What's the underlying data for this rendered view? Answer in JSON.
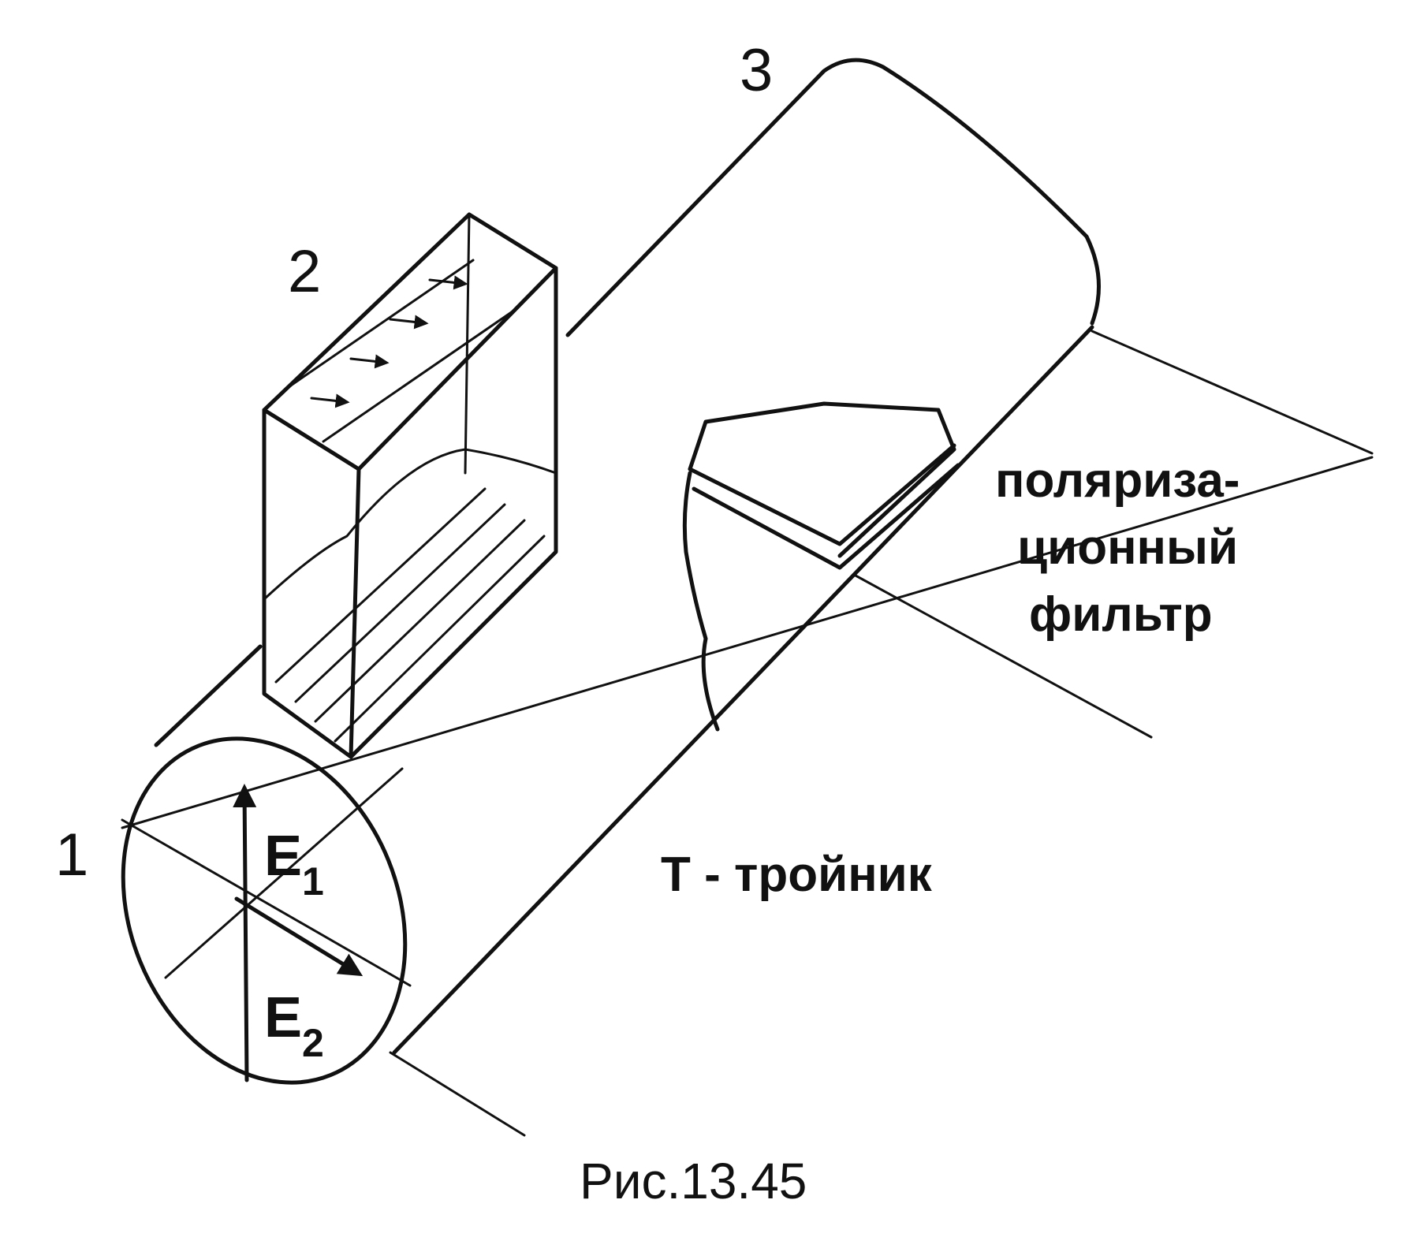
{
  "labels": {
    "port_1": "1",
    "port_2": "2",
    "port_3": "3",
    "filter_line1": "поляриза-",
    "filter_line2": "ционный",
    "filter_line3": "фильтр",
    "tee": "Т - тройник",
    "e1_letter": "E",
    "e1_sub": "1",
    "e2_letter": "E",
    "e2_sub": "2"
  },
  "caption": "Рис.13.45",
  "colors": {
    "ink": "#111111",
    "background": "#ffffff"
  }
}
